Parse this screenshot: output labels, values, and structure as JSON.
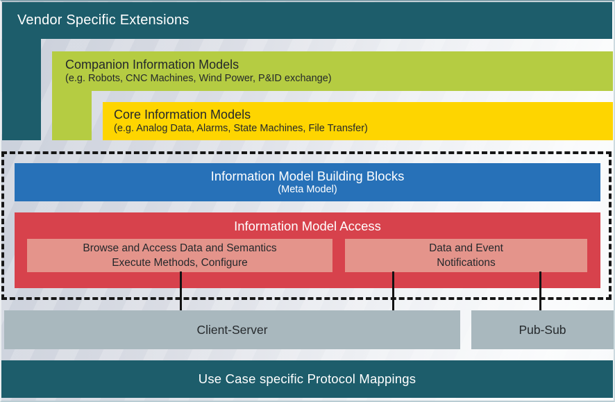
{
  "diagram": {
    "vendor": {
      "title": "Vendor Specific Extensions"
    },
    "companion": {
      "title": "Companion Information Models",
      "subtitle": "(e.g. Robots, CNC Machines, Wind Power, P&ID exchange)"
    },
    "core": {
      "title": "Core Information Models",
      "subtitle": "(e.g. Analog Data, Alarms, State Machines, File Transfer)"
    },
    "building_blocks": {
      "title": "Information Model Building Blocks",
      "subtitle": "(Meta Model)"
    },
    "access": {
      "title": "Information Model Access",
      "browse_box": {
        "line1": "Browse and Access Data and Semantics",
        "line2": "Execute Methods, Configure"
      },
      "notify_box": {
        "line1": "Data and Event",
        "line2": "Notifications"
      }
    },
    "transports": {
      "client_server": "Client-Server",
      "pub_sub": "Pub-Sub"
    },
    "protocol_mappings": {
      "title": "Use Case specific Protocol Mappings"
    }
  },
  "colors": {
    "teal": "#1d5d6b",
    "green": "#b5cc42",
    "yellow": "#fed500",
    "blue": "#2771b8",
    "red": "#d7424c",
    "salmon": "#e4948b",
    "gray": "#a9b8be",
    "dashed_border": "#161616",
    "connector": "#121212",
    "text_dark": "#24282b",
    "text_light": "#ffffff"
  }
}
